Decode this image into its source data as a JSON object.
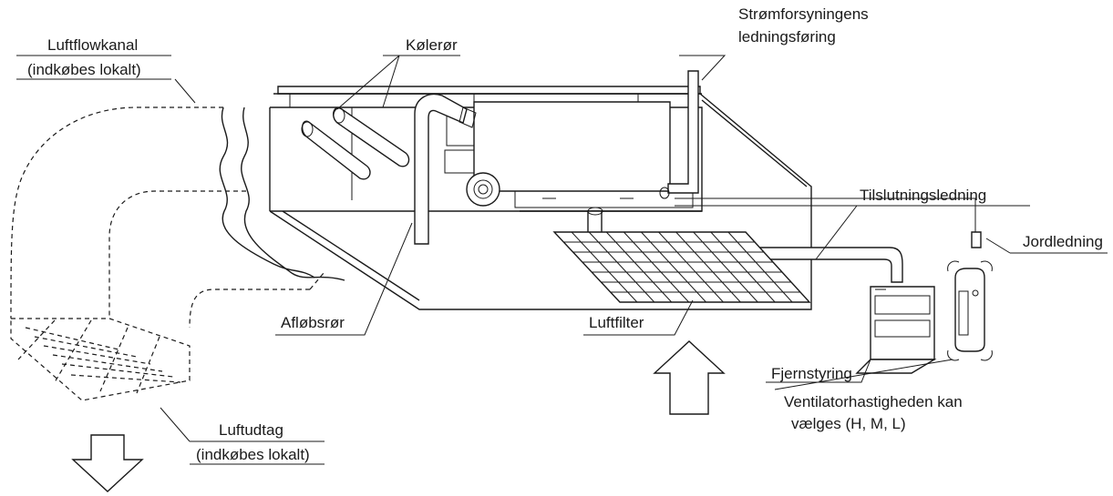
{
  "labels": {
    "duct": "Luftflowkanal",
    "duct_note": "(indkøbes lokalt)",
    "cooler_pipes": "Kølerør",
    "power_wiring_line1": "Strømforsyningens",
    "power_wiring_line2": "ledningsføring",
    "connection_wire": "Tilslutningsledning",
    "ground_wire": "Jordledning",
    "drain_pipe": "Afløbsrør",
    "air_filter": "Luftfilter",
    "remote": "Fjernstyring",
    "fan_speed_line1": "Ventilatorhastigheden kan",
    "fan_speed_line2": "vælges (H, M, L)",
    "air_outlet": "Luftudtag",
    "outlet_note": "(indkøbes lokalt)"
  },
  "colors": {
    "line": "#1a1a1a",
    "background": "#ffffff"
  }
}
